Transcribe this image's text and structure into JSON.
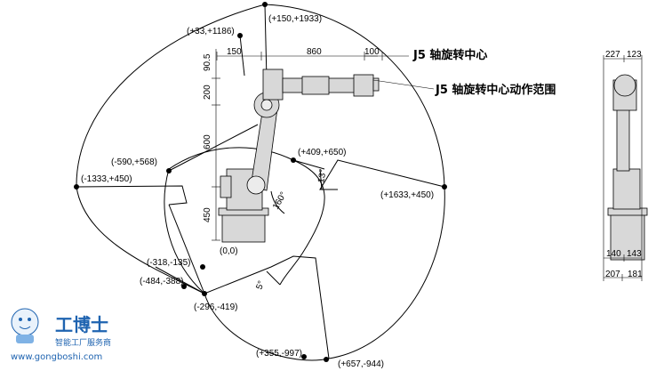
{
  "labels": {
    "j5_center": "J5 轴旋转中心",
    "j5_range": "J5 轴旋转中心动作范围"
  },
  "points": [
    "(+150,+1933)",
    "(+33,+1186)",
    "(-590,+568)",
    "(+409,+650)",
    "(-1333,+450)",
    "(+1633,+450)",
    "(-318,-135)",
    "(0,0)",
    "(-484,-388)",
    "(-296,-419)",
    "(+355,-997)",
    "(+657,-944)"
  ],
  "dimensions": {
    "d150": "150",
    "d860": "860",
    "d100": "100",
    "d90_5": "90.5",
    "d200": "200",
    "d600": "600",
    "d450": "450",
    "a13": "13°",
    "a160": "160°",
    "a5": "5°",
    "side_top_227": "227",
    "side_top_123": "123",
    "side_bot_140": "140",
    "side_bot_143": "143",
    "side_bot_207": "207",
    "side_bot_181": "181"
  },
  "watermark": {
    "name": "工博士",
    "tagline": "智能工厂服务商",
    "url": "www.gongboshi.com"
  },
  "colors": {
    "line": "#000000",
    "robot_fill": "#d8d8d8",
    "watermark": "#1e63b0"
  }
}
